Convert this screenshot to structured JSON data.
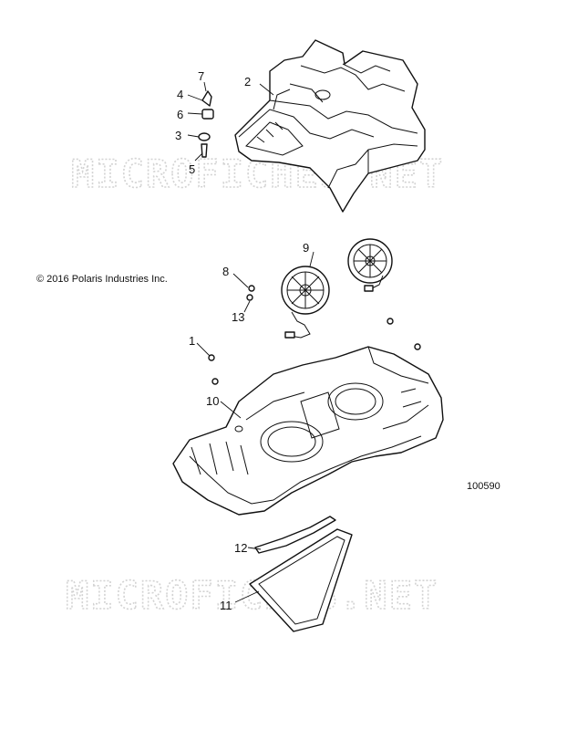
{
  "copyright": "© 2016 Polaris Industries Inc.",
  "figure_number": "100590",
  "watermark": "MICROFICHES.NET",
  "callouts": {
    "c1": "1",
    "c2": "2",
    "c3": "3",
    "c4": "4",
    "c5": "5",
    "c6": "6",
    "c7": "7",
    "c8": "8",
    "c9": "9",
    "c10": "10",
    "c11": "11",
    "c12": "12",
    "c13": "13"
  }
}
